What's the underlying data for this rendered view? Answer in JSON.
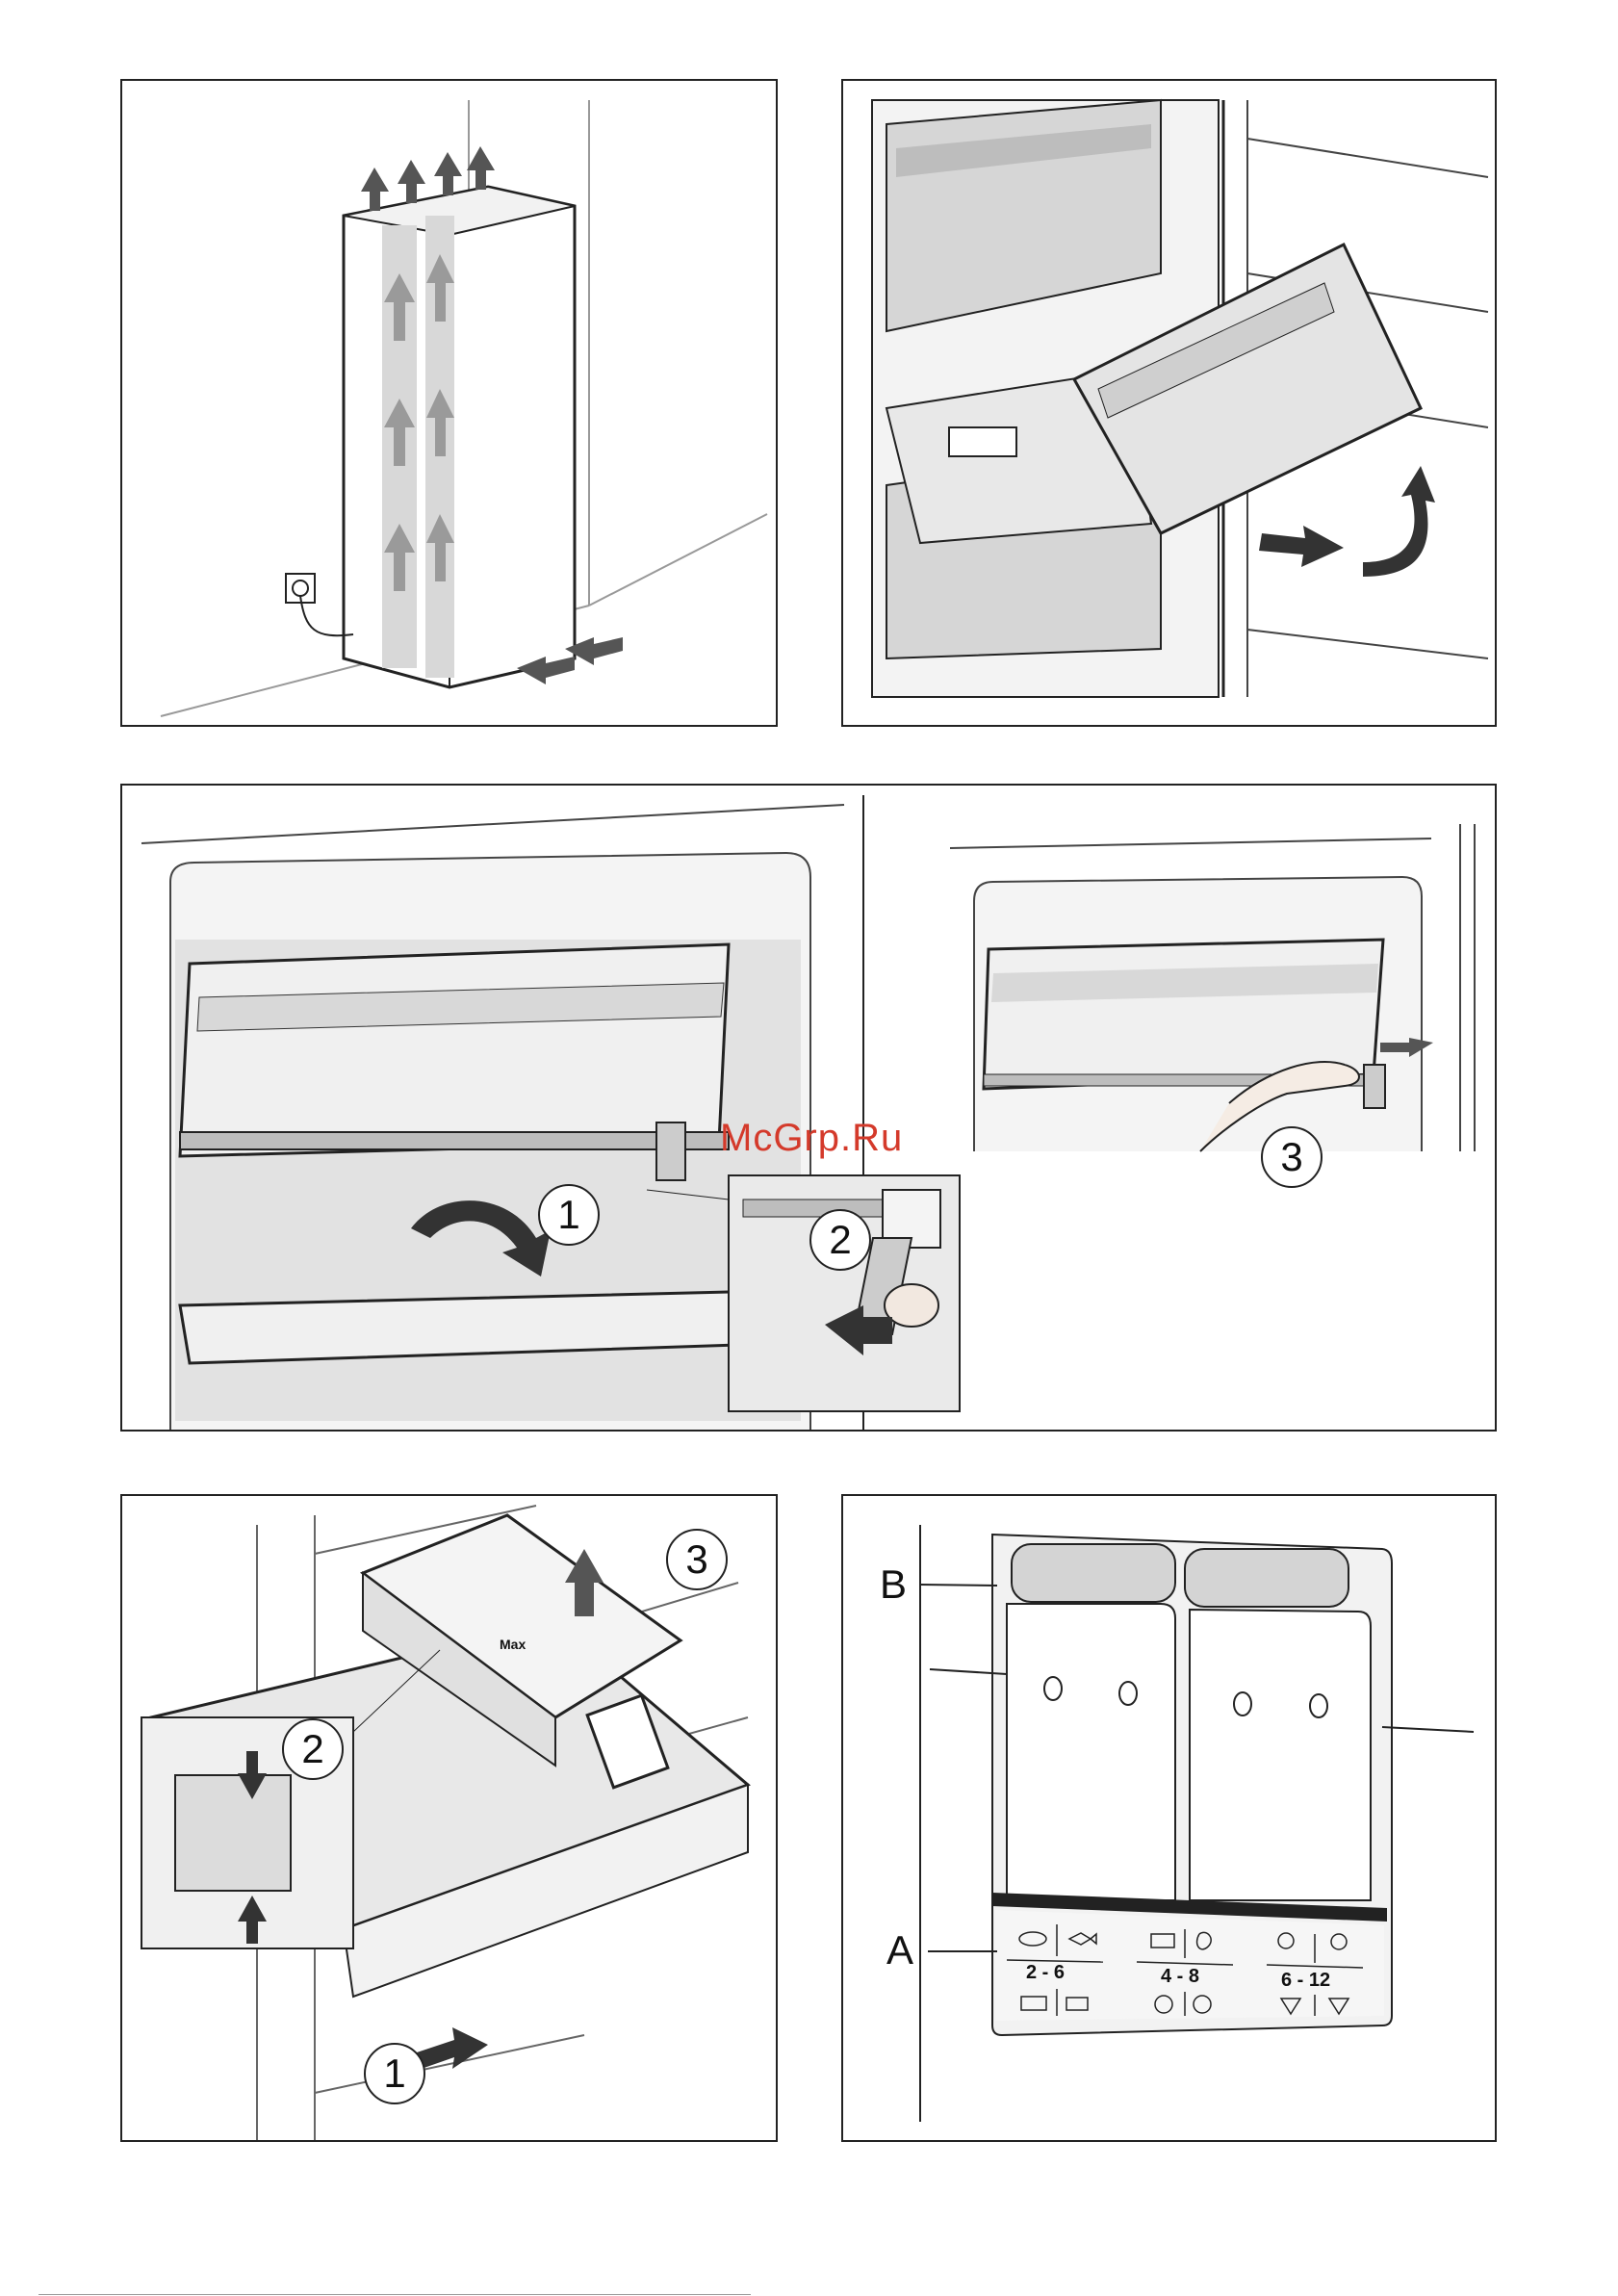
{
  "watermark": "McGrp.Ru",
  "step_numbers": {
    "one": "1",
    "two": "2",
    "three": "3"
  },
  "panel5": {
    "label_a": "A",
    "label_b": "B",
    "range_1": "2 - 6",
    "range_2": "4 - 8",
    "range_3": "6 - 12"
  },
  "panel4": {
    "max_label": "Max"
  },
  "colors": {
    "arrow": "#333333",
    "fill_light": "#e6e6e6",
    "fill_mid": "#c8c8c8",
    "watermark": "#d43a2b"
  }
}
